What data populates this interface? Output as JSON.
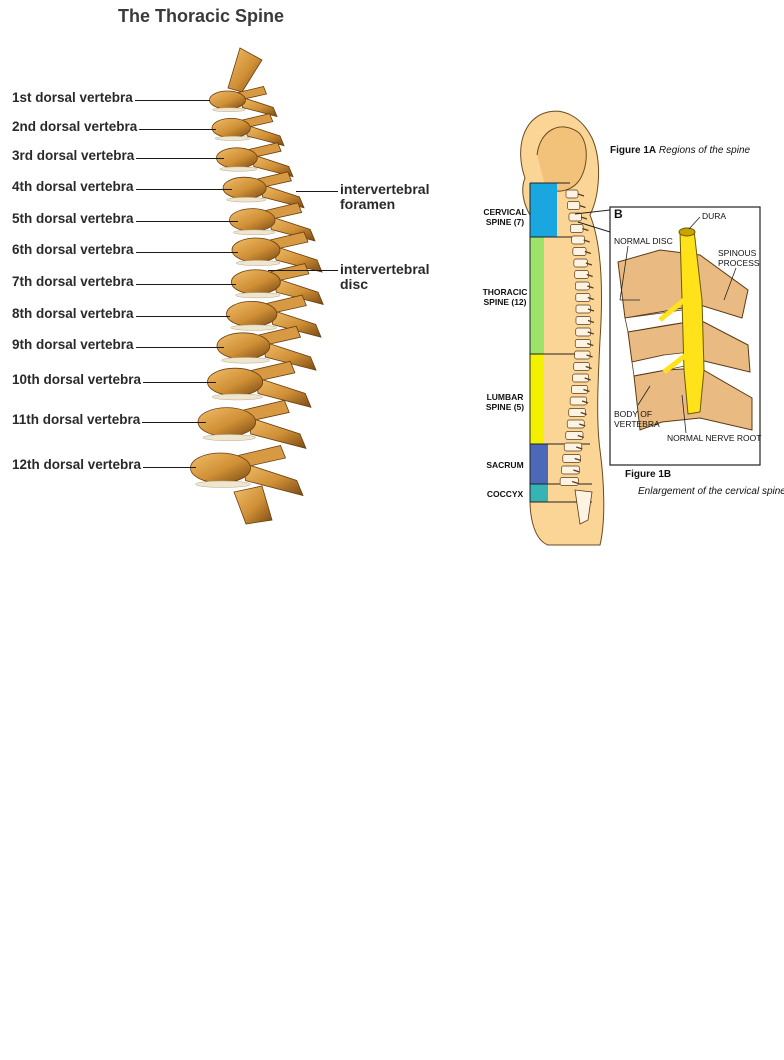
{
  "left_figure": {
    "title": "The Thoracic Spine",
    "vertebrae": [
      "1st dorsal vertebra",
      "2nd dorsal vertebra",
      "3rd dorsal vertebra",
      "4th dorsal vertebra",
      "5th dorsal vertebra",
      "6th dorsal vertebra",
      "7th dorsal vertebra",
      "8th dorsal vertebra",
      "9th dorsal vertebra",
      "10th dorsal vertebra",
      "11th dorsal vertebra",
      "12th dorsal vertebra"
    ],
    "foramen_label": "intervertebral\nforamen",
    "disc_label": "intervertebral\ndisc"
  },
  "right_figure": {
    "fig1a_bold": "Figure 1A",
    "fig1a_italic": "Regions of the spine",
    "fig1b_bold": "Figure 1B",
    "fig1b_italic": "Enlargement of the cervical spine",
    "regions": {
      "cervical": "CERVICAL\nSPINE (7)",
      "thoracic": "THORACIC\nSPINE (12)",
      "lumbar": "LUMBAR\nSPINE (5)",
      "sacrum": "SACRUM",
      "coccyx": "COCCYX"
    },
    "inset": {
      "letter": "B",
      "dura": "DURA",
      "normal_disc": "NORMAL DISC",
      "spinous_process": "SPINOUS\nPROCESS",
      "body_of_vertebra": "BODY OF\nVERTEBRA",
      "normal_nerve_root": "NORMAL NERVE ROOT"
    },
    "colors": {
      "cervical": "#1aa7e0",
      "thoracic": "#9be36b",
      "lumbar": "#f3f000",
      "sacrum": "#4c68b8",
      "coccyx": "#36b4b4",
      "skin": "#fbd596",
      "bone": "#c98a32"
    }
  }
}
